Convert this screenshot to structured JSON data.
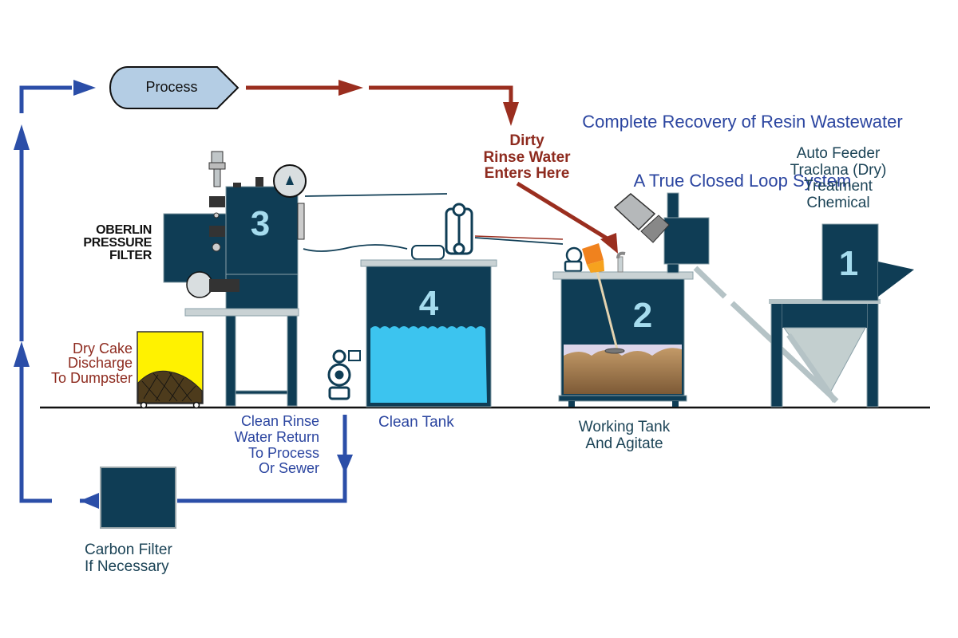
{
  "title": {
    "line1": "Complete Recovery of Resin Wastewater",
    "line2": "A True Closed Loop System"
  },
  "process": {
    "label": "Process"
  },
  "dirty_rinse": {
    "label": "Dirty\nRinse Water\nEnters Here"
  },
  "auto_feeder": {
    "label": "Auto Feeder\nTraclana (Dry)\nTreatment\nChemical"
  },
  "oberlin": {
    "label": "OBERLIN\nPRESSURE\nFILTER"
  },
  "dry_cake": {
    "label": "Dry Cake\nDischarge\nTo Dumpster"
  },
  "clean_rinse": {
    "label": "Clean Rinse\nWater Return\nTo Process\nOr Sewer"
  },
  "clean_tank": {
    "label": "Clean Tank"
  },
  "working_tank": {
    "label": "Working Tank\nAnd Agitate"
  },
  "carbon_filter": {
    "label": "Carbon Filter\nIf Necessary"
  },
  "units": [
    {
      "number": "1",
      "name": "Auto Feeder"
    },
    {
      "number": "2",
      "name": "Working Tank"
    },
    {
      "number": "3",
      "name": "Oberlin Pressure Filter"
    },
    {
      "number": "4",
      "name": "Clean Tank"
    }
  ],
  "colors": {
    "equipment_navy": "#0f3d55",
    "flow_blue": "#2b4ea8",
    "flow_red": "#9a2e1f",
    "process_fill": "#b4cde4",
    "clean_water": "#3cc4ef",
    "sludge": "#a88052",
    "dumpster_yellow": "#fff200"
  }
}
